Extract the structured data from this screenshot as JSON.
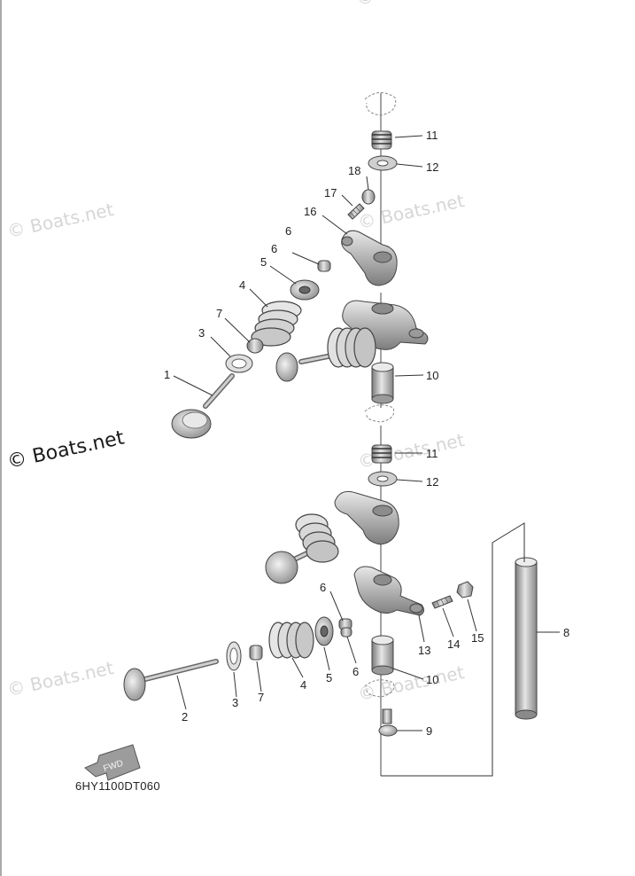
{
  "watermarks": {
    "faint": "© Boats.net",
    "bold": "© Boats.net"
  },
  "diagram_code": "6HY1100DT060",
  "fwd_arrow_label": "FWD",
  "callouts": {
    "c1": "1",
    "c2": "2",
    "c3a": "3",
    "c3b": "3",
    "c4a": "4",
    "c4b": "4",
    "c5a": "5",
    "c5b": "5",
    "c6a": "6",
    "c6b": "6",
    "c6c": "6",
    "c7a": "7",
    "c7b": "7",
    "c8": "8",
    "c9": "9",
    "c10a": "10",
    "c10b": "10",
    "c11a": "11",
    "c11b": "11",
    "c12a": "12",
    "c12b": "12",
    "c13": "13",
    "c14": "14",
    "c15": "15",
    "c16": "16",
    "c17": "17",
    "c18": "18"
  },
  "colors": {
    "part_light": "#d9d9d9",
    "part_mid": "#a8a8a8",
    "part_dark": "#6e6e6e",
    "line": "#333333",
    "watermark": "#d6d6d6"
  }
}
